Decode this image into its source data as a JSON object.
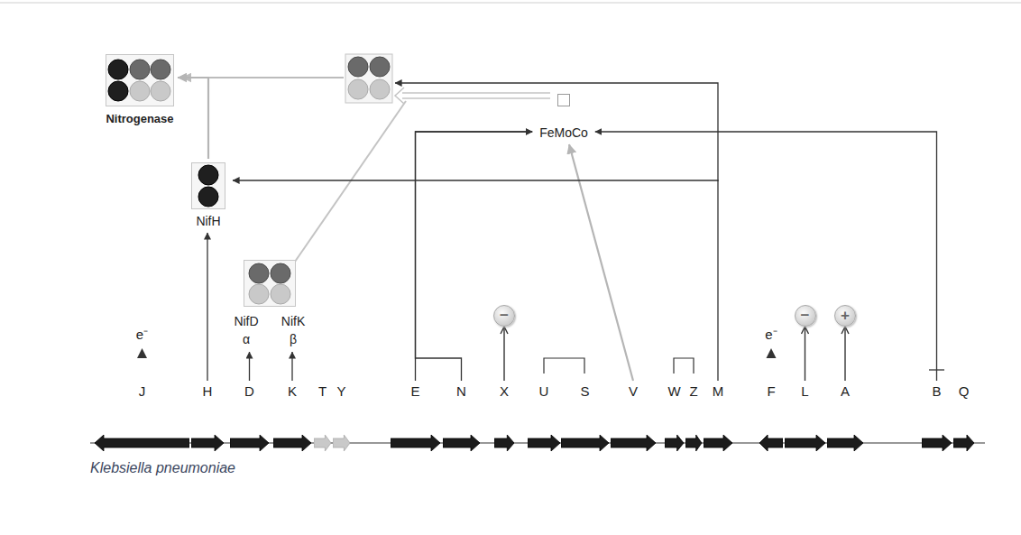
{
  "diagram": {
    "nodes": [
      {
        "text": [
          "Nitrogenase"
        ]
      },
      {
        "text": [
          "FeMoCo"
        ]
      },
      {
        "text": [
          "NifH"
        ]
      },
      {
        "text": [
          "NifD",
          "α",
          "NifK",
          "β"
        ]
      },
      {
        "text": [
          "−"
        ]
      },
      {
        "text": [
          "−"
        ]
      },
      {
        "text": [
          "+"
        ]
      },
      {
        "text": [
          "J"
        ]
      },
      {
        "text": [
          "H"
        ]
      },
      {
        "text": [
          "D"
        ]
      },
      {
        "text": [
          "K"
        ]
      },
      {
        "text": [
          "T"
        ]
      },
      {
        "text": [
          "Y"
        ]
      },
      {
        "text": [
          "E"
        ]
      },
      {
        "text": [
          "N"
        ]
      },
      {
        "text": [
          "X"
        ]
      },
      {
        "text": [
          "U"
        ]
      },
      {
        "text": [
          "S"
        ]
      },
      {
        "text": [
          "V"
        ]
      },
      {
        "text": [
          "W"
        ]
      },
      {
        "text": [
          "Z"
        ]
      },
      {
        "text": [
          "M"
        ]
      },
      {
        "text": [
          "F"
        ]
      },
      {
        "text": [
          "L"
        ]
      },
      {
        "text": [
          "A"
        ]
      },
      {
        "text": [
          "B"
        ]
      },
      {
        "text": [
          "Q"
        ]
      }
    ],
    "edges": [
      {
        "from": 2,
        "to": 0,
        "arrow": "to"
      },
      {
        "from": 8,
        "to": 2,
        "arrow": "to"
      },
      {
        "from": 9,
        "to": 3,
        "arrow": "to"
      },
      {
        "from": 10,
        "to": 3,
        "arrow": "to"
      },
      {
        "from": 13,
        "to": 1,
        "arrow": "to"
      },
      {
        "from": 14,
        "to": 1,
        "arrow": "to"
      },
      {
        "from": 15,
        "to": 4,
        "arrow": "to"
      },
      {
        "from": 18,
        "to": 1,
        "arrow": "to"
      },
      {
        "from": 21,
        "to": 2,
        "arrow": "to"
      },
      {
        "from": 23,
        "to": 5,
        "arrow": "to"
      },
      {
        "from": 24,
        "to": 6,
        "arrow": "to"
      },
      {
        "from": 25,
        "to": 1,
        "arrow": "to"
      }
    ],
    "labels": [
      "e⁻",
      "e⁻",
      "Klebsiella pneumoniae"
    ]
  }
}
